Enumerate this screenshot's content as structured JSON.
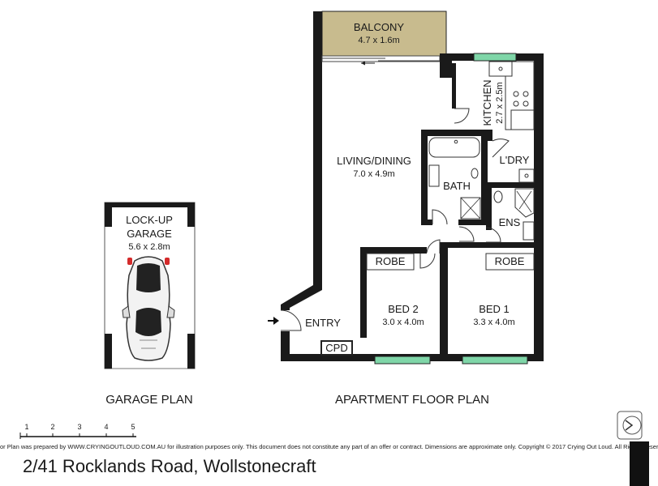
{
  "rooms": {
    "balcony": {
      "name": "BALCONY",
      "dims": "4.7 x 1.6m"
    },
    "kitchen": {
      "name": "KITCHEN",
      "dims": "2.7 x 2.5m"
    },
    "living": {
      "name": "LIVING/DINING",
      "dims": "7.0 x 4.9m"
    },
    "laundry": {
      "name": "L'DRY"
    },
    "bath": {
      "name": "BATH"
    },
    "ensuite": {
      "name": "ENS"
    },
    "robe2": {
      "name": "ROBE"
    },
    "robe1": {
      "name": "ROBE"
    },
    "bed2": {
      "name": "BED 2",
      "dims": "3.0 x 4.0m"
    },
    "bed1": {
      "name": "BED 1",
      "dims": "3.3 x 4.0m"
    },
    "entry": {
      "name": "ENTRY"
    },
    "cpd": {
      "name": "CPD"
    },
    "garage": {
      "name_line1": "LOCK-UP",
      "name_line2": "GARAGE",
      "dims": "5.6 x 2.8m"
    }
  },
  "plan_titles": {
    "garage": "GARAGE PLAN",
    "apartment": "APARTMENT FLOOR PLAN"
  },
  "scale_bar": {
    "ticks": [
      "1",
      "2",
      "3",
      "4",
      "5"
    ]
  },
  "disclaimer": "or Plan was prepared by WWW.CRYINGOUTLOUD.COM.AU for illustration purposes only. This document does not constitute any part of an offer or contract. Dimensions are approximate only. Copyright © 2017 Crying Out Loud. All Rights Reser",
  "address": "2/41 Rocklands Road, Wollstonecraft",
  "colors": {
    "wall": "#1a1a1a",
    "balcony_fill": "#c8bb8e",
    "window": "#7fd6a8",
    "car_taillight": "#d42b2b"
  },
  "icons": [
    "car-icon",
    "compass-icon",
    "entry-arrow-icon"
  ]
}
